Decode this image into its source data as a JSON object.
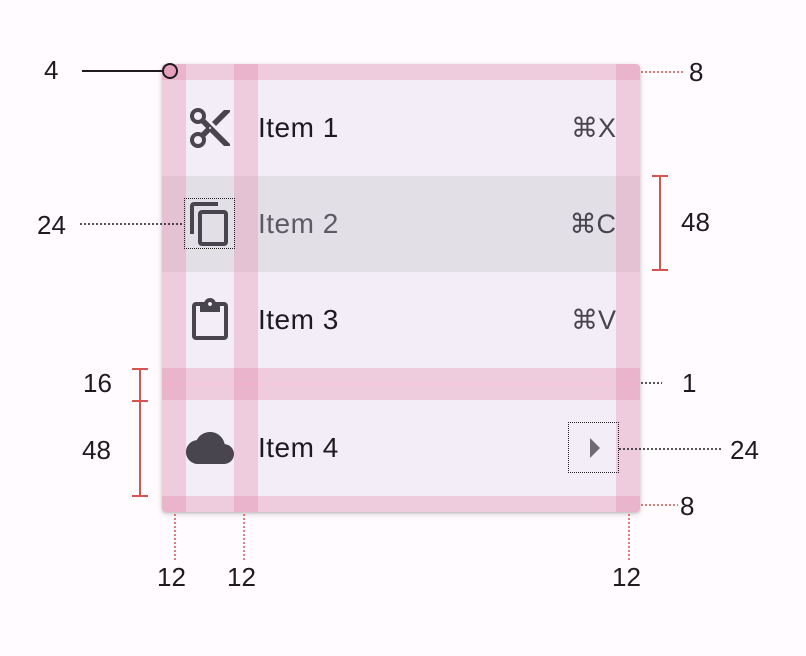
{
  "menu": {
    "items": [
      {
        "label": "Item 1",
        "shortcut": "⌘X",
        "icon": "cut-icon"
      },
      {
        "label": "Item 2",
        "shortcut": "⌘C",
        "icon": "copy-icon"
      },
      {
        "label": "Item 3",
        "shortcut": "⌘V",
        "icon": "paste-icon"
      },
      {
        "label": "Item 4",
        "shortcut": "",
        "icon": "cloud-icon",
        "trailing_icon": "arrow-right-icon"
      }
    ]
  },
  "annotations": {
    "corner_radius": "4",
    "top_padding": "8",
    "icon_size": "24",
    "item_height": "48",
    "divider_padding": "16",
    "divider_thickness": "1",
    "item4_height": "48",
    "trailing_icon_size": "24",
    "bottom_padding": "8",
    "left_padding": "12",
    "icon_label_gap": "12",
    "right_padding": "12"
  },
  "colors": {
    "surface": "#f2edf6",
    "highlight": "#e3dfe7",
    "overlay": "#e678a0",
    "measure_red": "#d9534f",
    "icon": "#49454f"
  }
}
